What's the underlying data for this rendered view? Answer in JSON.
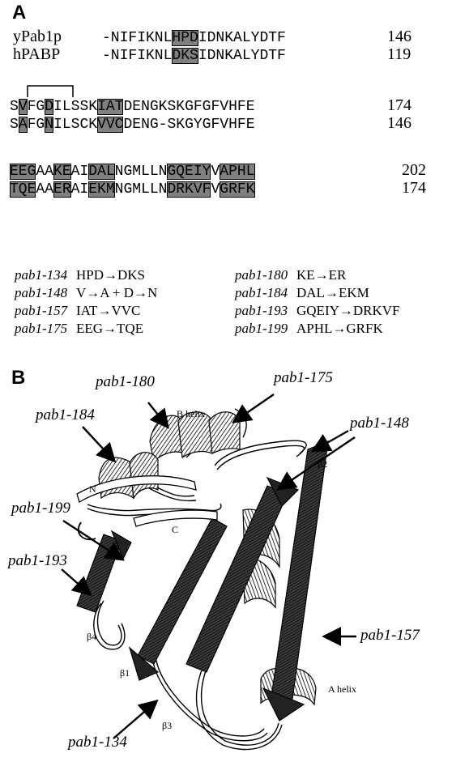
{
  "panel_a": {
    "letter": "A",
    "blocks": [
      {
        "rows": [
          {
            "species": "yPab1p",
            "segments": [
              {
                "t": "-NIFIKNL",
                "h": false
              },
              {
                "t": "HPD",
                "h": true
              },
              {
                "t": "IDNKALYDTF",
                "h": false
              }
            ],
            "end": "146"
          },
          {
            "species": "hPABP",
            "segments": [
              {
                "t": "-NIFIKNL",
                "h": false
              },
              {
                "t": "DKS",
                "h": true
              },
              {
                "t": "IDNKALYDTF",
                "h": false
              }
            ],
            "end": "119"
          }
        ]
      },
      {
        "rows": [
          {
            "species": "",
            "segments": [
              {
                "t": "S",
                "h": false
              },
              {
                "t": "V",
                "h": true
              },
              {
                "t": "FG",
                "h": false
              },
              {
                "t": "D",
                "h": true
              },
              {
                "t": "ILSSK",
                "h": false
              },
              {
                "t": "IAT",
                "h": true
              },
              {
                "t": "DENGKSKGFGFVHFE",
                "h": false
              }
            ],
            "end": "174"
          },
          {
            "species": "",
            "segments": [
              {
                "t": "S",
                "h": false
              },
              {
                "t": "A",
                "h": true
              },
              {
                "t": "FG",
                "h": false
              },
              {
                "t": "N",
                "h": true
              },
              {
                "t": "ILSCK",
                "h": false
              },
              {
                "t": "VVC",
                "h": true
              },
              {
                "t": "DENG-SKGYGFVHFE",
                "h": false
              }
            ],
            "end": "146"
          }
        ]
      },
      {
        "rows": [
          {
            "species": "",
            "segments": [
              {
                "t": "EEG",
                "h": true
              },
              {
                "t": "AA",
                "h": false
              },
              {
                "t": "KE",
                "h": true
              },
              {
                "t": "AI",
                "h": false
              },
              {
                "t": "DAL",
                "h": true
              },
              {
                "t": "NGMLLN",
                "h": false
              },
              {
                "t": "GQEIY",
                "h": true
              },
              {
                "t": "V",
                "h": false
              },
              {
                "t": "APHL",
                "h": true
              }
            ],
            "end": "202"
          },
          {
            "species": "",
            "segments": [
              {
                "t": "TQE",
                "h": true
              },
              {
                "t": "AA",
                "h": false
              },
              {
                "t": "ER",
                "h": true
              },
              {
                "t": "AI",
                "h": false
              },
              {
                "t": "EKM",
                "h": true
              },
              {
                "t": "NGMLLN",
                "h": false
              },
              {
                "t": "DRKVF",
                "h": true
              },
              {
                "t": "V",
                "h": false
              },
              {
                "t": "GRFK",
                "h": true
              }
            ],
            "end": "174"
          }
        ]
      }
    ],
    "mutations": [
      {
        "name": "pab1-134",
        "change": "HPD→DKS"
      },
      {
        "name": "pab1-180",
        "change": "KE→ER"
      },
      {
        "name": "pab1-148",
        "change": "V→A + D→N"
      },
      {
        "name": "pab1-184",
        "change": "DAL→EKM"
      },
      {
        "name": "pab1-157",
        "change": "IAT→VVC"
      },
      {
        "name": "pab1-193",
        "change": "GQEIY→DRKVF"
      },
      {
        "name": "pab1-175",
        "change": "EEG→TQE"
      },
      {
        "name": "pab1-199",
        "change": "APHL→GRFK"
      }
    ]
  },
  "panel_b": {
    "letter": "B",
    "structure_labels": {
      "b_helix": "B helix",
      "a_helix": "A helix",
      "n_term": "N",
      "c_term": "C",
      "beta1": "β1",
      "beta2": "β2",
      "beta3": "β3",
      "beta4": "β4"
    },
    "callouts": {
      "pab1_180": "pab1-180",
      "pab1_175": "pab1-175",
      "pab1_184": "pab1-184",
      "pab1_148": "pab1-148",
      "pab1_199": "pab1-199",
      "pab1_157": "pab1-157",
      "pab1_193": "pab1-193",
      "pab1_134": "pab1-134"
    }
  }
}
